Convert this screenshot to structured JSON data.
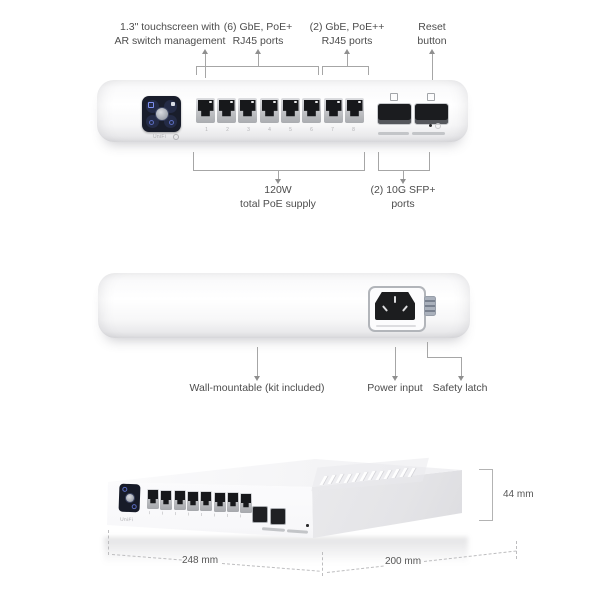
{
  "colors": {
    "background": "#ffffff",
    "chassis": "#f6f6f8",
    "screen_bg": "#191d2b",
    "screen_accent": "#7d8ff0",
    "annotation_text": "#4d4d4d",
    "annotation_line": "#a6a6a6"
  },
  "front_view": {
    "callouts": {
      "touchscreen": {
        "line1": "1.3\" touchscreen with",
        "line2": "AR switch management"
      },
      "gbe_poe_plus": {
        "line1": "(6) GbE, PoE+",
        "line2": "RJ45 ports"
      },
      "gbe_poe_plusplus": {
        "line1": "(2) GbE, PoE++",
        "line2": "RJ45 ports"
      },
      "reset": {
        "line1": "Reset",
        "line2": "button"
      },
      "poe_supply": {
        "line1": "120W",
        "line2": "total PoE supply"
      },
      "sfp": {
        "line1": "(2) 10G SFP+",
        "line2": "ports"
      }
    },
    "port_labels": [
      "1",
      "2",
      "3",
      "4",
      "5",
      "6",
      "7",
      "8"
    ],
    "logo": "UniFi"
  },
  "back_view": {
    "callouts": {
      "wall_mount": "Wall-mountable (kit included)",
      "power_input": "Power input",
      "safety_latch": "Safety latch"
    }
  },
  "perspective_view": {
    "logo": "UniFi",
    "dimensions": {
      "height": "44 mm",
      "width": "248 mm",
      "depth": "200 mm"
    }
  }
}
